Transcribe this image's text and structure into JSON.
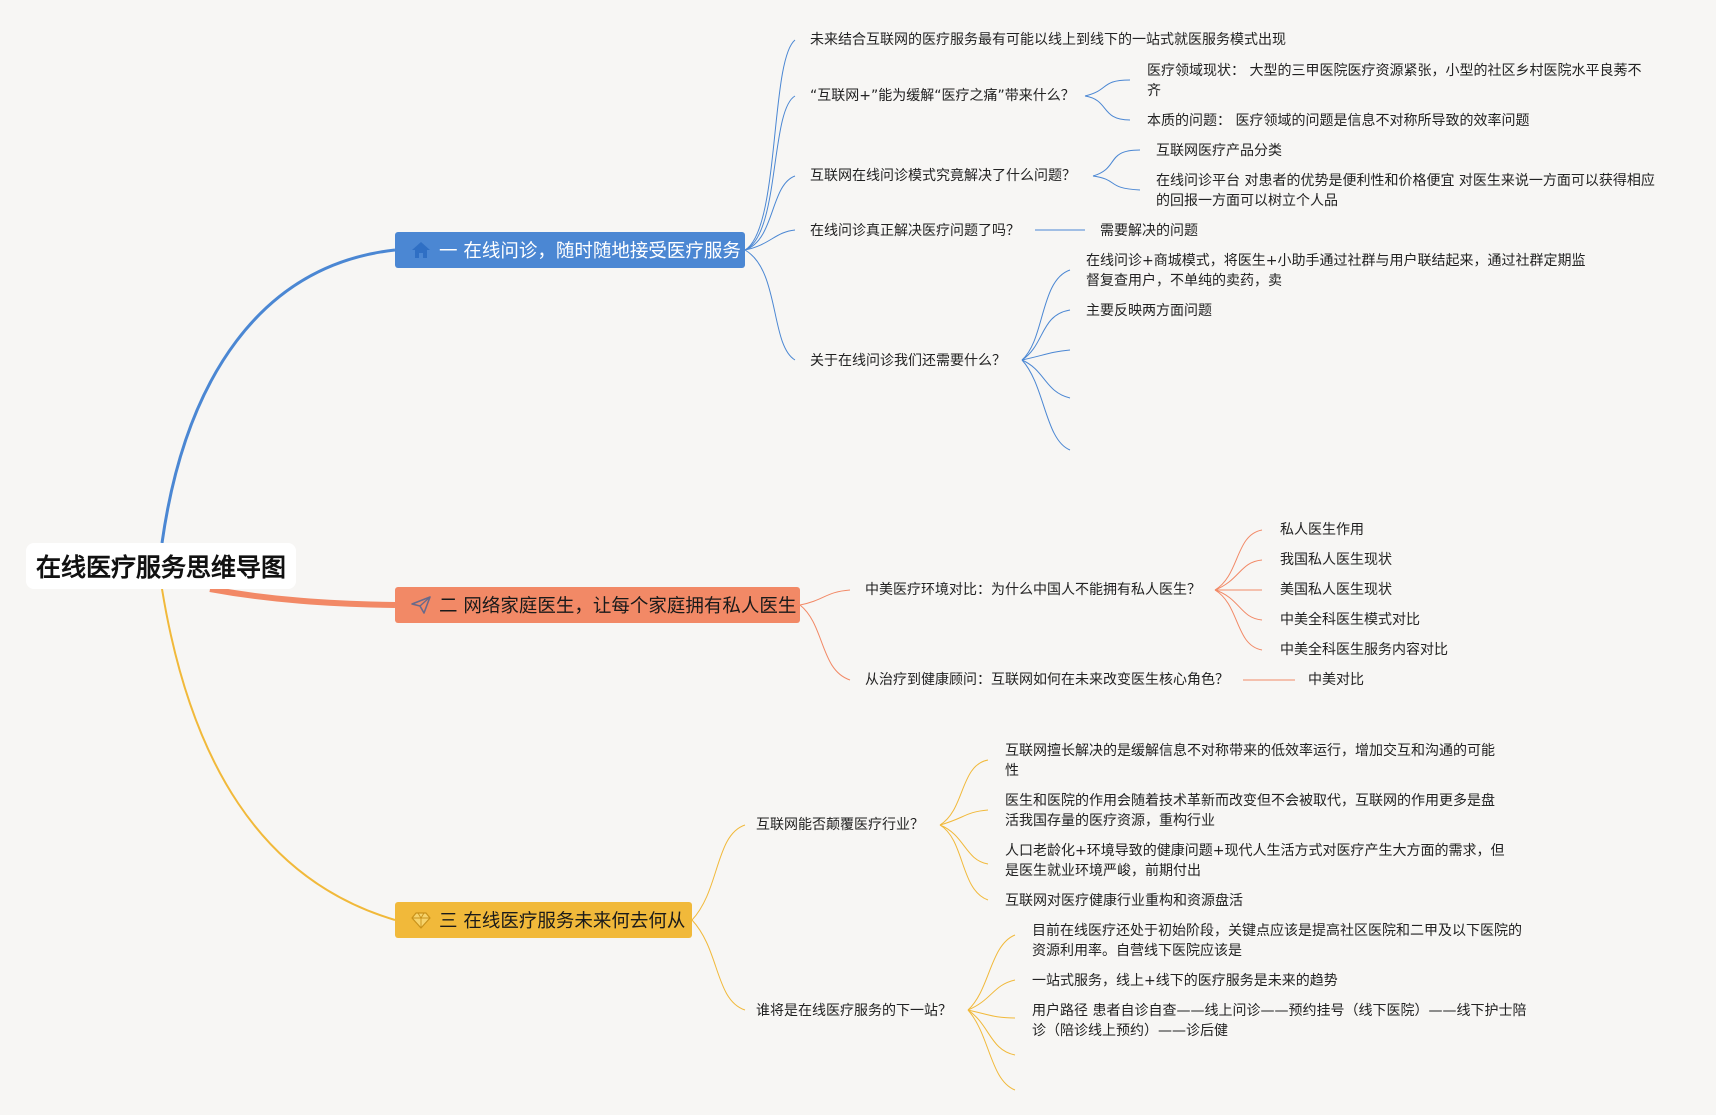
{
  "root": {
    "title": "在线医疗服务思维导图"
  },
  "colors": {
    "blue": "#4b87d3",
    "orange": "#f28966",
    "yellow": "#f1b93a",
    "background": "#f7f6f4"
  },
  "b1": {
    "label": "一 在线问诊，随时随地接受医疗服务",
    "icon": "home-icon",
    "q1": "未来结合互联网的医疗服务最有可能以线上到线下的一站式就医服务模式出现",
    "q2": "“互联网+”能为缓解“医疗之痛”带来什么？",
    "q2a": "医疗领域现状： 大型的三甲医院医疗资源紧张，小型的社区乡村医院水平良莠不齐",
    "q2b": "本质的问题： 医疗领域的问题是信息不对称所导致的效率问题",
    "q3": "互联网在线问诊模式究竟解决了什么问题？",
    "q3a": "互联网医疗产品分类",
    "q3b": "在线问诊平台 对患者的优势是便利性和价格便宜 对医生来说一方面可以获得相应的回报一方面可以树立个人品",
    "q4": "在线问诊真正解决医疗问题了吗？",
    "q4a": "需要解决的问题",
    "q5": "关于在线问诊我们还需要什么？",
    "q5a": "在线问诊+商城模式，将医生+小助手通过社群与用户联结起来，通过社群定期监督复查用户，不单纯的卖药，卖",
    "q5b": "主要反映两方面问题"
  },
  "b2": {
    "label": "二 网络家庭医生，让每个家庭拥有私人医生",
    "icon": "paper-plane-icon",
    "q1": "中美医疗环境对比：为什么中国人不能拥有私人医生？",
    "q1a": "私人医生作用",
    "q1b": "我国私人医生现状",
    "q1c": "美国私人医生现状",
    "q1d": "中美全科医生模式对比",
    "q1e": "中美全科医生服务内容对比",
    "q2": "从治疗到健康顾问：互联网如何在未来改变医生核心角色？",
    "q2a": "中美对比"
  },
  "b3": {
    "label": "三 在线医疗服务未来何去何从",
    "icon": "diamond-icon",
    "q1": "互联网能否颠覆医疗行业？",
    "q1a": "互联网擅长解决的是缓解信息不对称带来的低效率运行，增加交互和沟通的可能性",
    "q1b": "医生和医院的作用会随着技术革新而改变但不会被取代，互联网的作用更多是盘活我国存量的医疗资源，重构行业",
    "q1c": "人口老龄化+环境导致的健康问题+现代人生活方式对医疗产生大方面的需求，但是医生就业环境严峻，前期付出",
    "q1d": "互联网对医疗健康行业重构和资源盘活",
    "q2": "谁将是在线医疗服务的下一站？",
    "q2a": "目前在线医疗还处于初始阶段，关键点应该是提高社区医院和二甲及以下医院的资源利用率。自营线下医院应该是",
    "q2b": "一站式服务，线上+线下的医疗服务是未来的趋势",
    "q2c": "用户路径 患者自诊自查——线上问诊——预约挂号（线下医院）——线下护士陪诊（陪诊线上预约）——诊后健"
  }
}
